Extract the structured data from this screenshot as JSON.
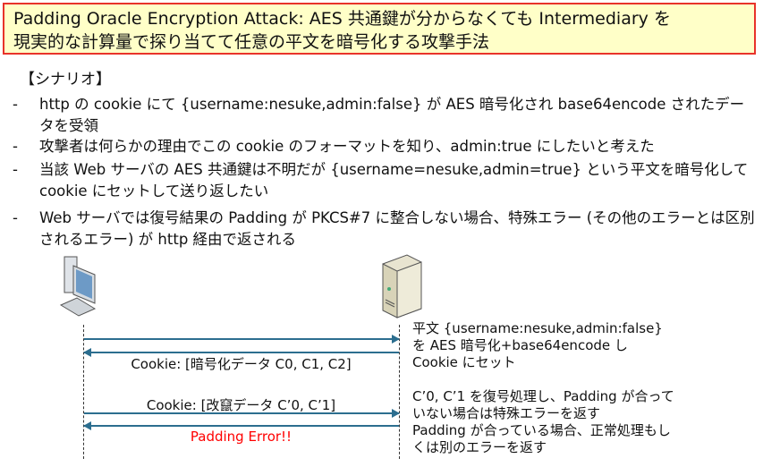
{
  "title": {
    "line1": "Padding Oracle Encryption Attack: AES 共通鍵が分からなくても Intermediary を",
    "line2": "現実的な計算量で探り当てて任意の平文を暗号化する攻撃手法"
  },
  "scenario_heading": "【シナリオ】",
  "bullets": [
    "http の cookie にて {username:nesuke,admin:false} が AES 暗号化され base64encode されたデータを受領",
    "攻撃者は何らかの理由でこの cookie のフォーマットを知り、admin:true にしたいと考えた",
    "当該 Web サーバの AES 共通鍵は不明だが {username=nesuke,admin=true} という平文を暗号化して cookie にセットして送り返したい",
    "Web サーバでは復号結果の Padding が PKCS#7 に整合しない場合、特殊エラー (その他のエラーとは区別されるエラー) が http 経由で返される"
  ],
  "bullet_marker": "-",
  "diagram": {
    "msg1": "Cookie: [暗号化データ C0, C1, C2]",
    "msg2": "Cookie: [改竄データ C’0, C’1]",
    "msg3": "Padding Error!!",
    "note1": [
      "平文 {username:nesuke,admin:false}",
      "を AES 暗号化+base64encode し",
      "Cookie にセット"
    ],
    "note2": [
      "C’0, C’1 を復号処理し、Padding が合って",
      "いない場合は特殊エラーを返す",
      "Padding が合っている場合、正常処理もし",
      "くは別のエラーを返す"
    ],
    "error_color": "#ff0000"
  }
}
